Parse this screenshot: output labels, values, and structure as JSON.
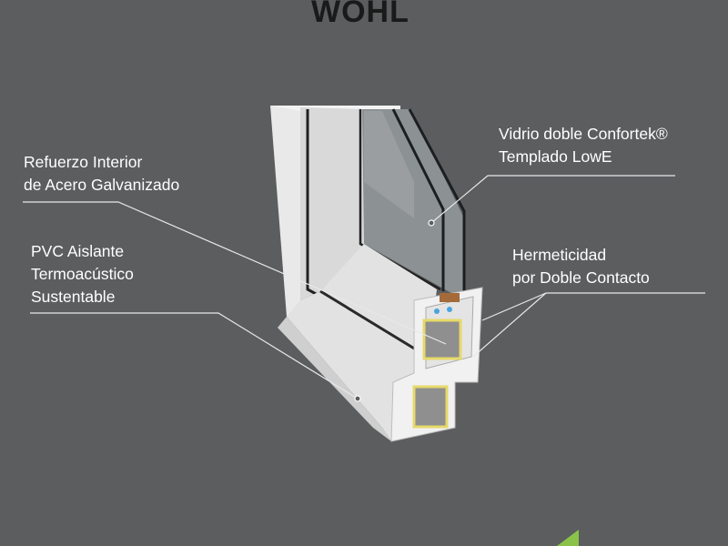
{
  "brand": {
    "logo_text": "WOHL"
  },
  "labels": {
    "glass": {
      "line1": "Vidrio doble Confortek®",
      "line2": "Templado LowE"
    },
    "steel": {
      "line1": "Refuerzo Interior",
      "line2": "de Acero Galvanizado"
    },
    "pvc": {
      "line1": "PVC Aislante",
      "line2": "Termoacústico",
      "line3": "Sustentable"
    },
    "seal": {
      "line1": "Hermeticidad",
      "line2": "por Doble Contacto"
    }
  },
  "colors": {
    "background": "#5b5d5f",
    "text": "#ffffff",
    "logo": "#1a1a1a",
    "frame": "#ececec",
    "steel": "#e6d96a",
    "accent": "#8bc34a"
  }
}
